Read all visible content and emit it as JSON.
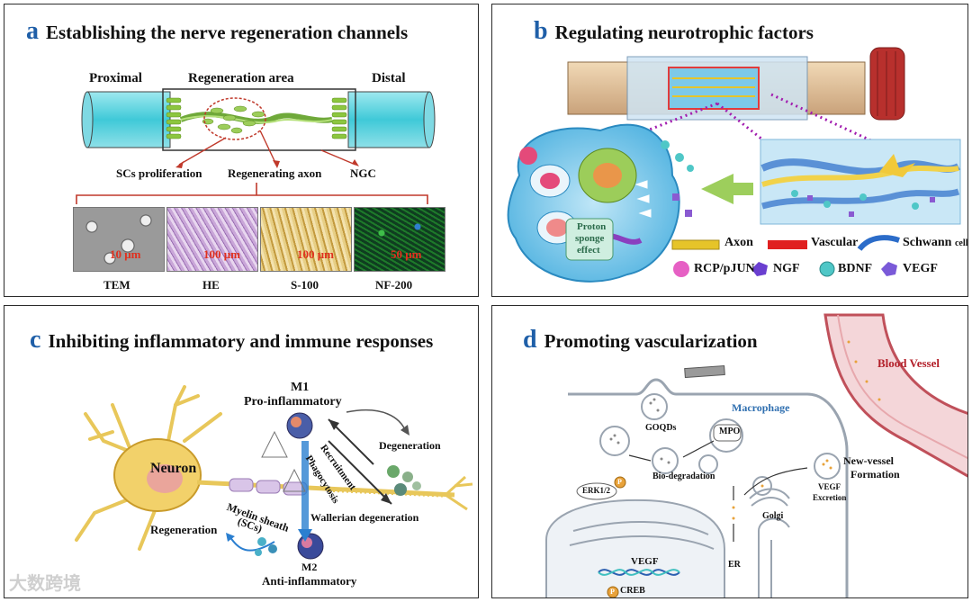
{
  "panels": {
    "a": {
      "letter": "a",
      "title": "Establishing the nerve regeneration channels",
      "proximal": "Proximal",
      "regeneration_area": "Regeneration area",
      "distal": "Distal",
      "scs_proliferation": "SCs proliferation",
      "regenerating_axon": "Regenerating axon",
      "ngc": "NGC",
      "images": [
        {
          "label": "TEM",
          "scale": "10 μm"
        },
        {
          "label": "HE",
          "scale": "100 μm"
        },
        {
          "label": "S-100",
          "scale": "100 μm"
        },
        {
          "label": "NF-200",
          "scale": "50 μm"
        }
      ]
    },
    "b": {
      "letter": "b",
      "title": "Regulating neurotrophic factors",
      "proton": "Proton",
      "sponge": "sponge",
      "effect": "effect",
      "legend": {
        "axon": "Axon",
        "vascular": "Vascular",
        "schwann": "Schwann",
        "schwann_cell": "cell",
        "rcp": "RCP/pJUN",
        "ngf": "NGF",
        "bdnf": "BDNF",
        "vegf": "VEGF"
      }
    },
    "c": {
      "letter": "c",
      "title": "Inhibiting inflammatory and immune responses",
      "m1": "M1",
      "pro_inflammatory": "Pro-inflammatory",
      "degeneration": "Degeneration",
      "recruitment": "Recruitment",
      "phagocytosis": "Phagocytosis",
      "neuron": "Neuron",
      "myelin_sheath": "Myelin sheath",
      "scs": "(SCs)",
      "wallerian": "Wallerian degeneration",
      "regeneration": "Regeneration",
      "m2": "M2",
      "anti_inflammatory": "Anti-inflammatory"
    },
    "d": {
      "letter": "d",
      "title": "Promoting vascularization",
      "blood_vessel": "Blood Vessel",
      "macrophage": "Macrophage",
      "goqds": "GOQDs",
      "mpo": "MPO",
      "erk": "ERK1/2",
      "p": "P",
      "bio_degradation": "Bio-degradation",
      "new_vessel": "New-vessel",
      "formation": "Formation",
      "vegf_excretion_1": "VEGF",
      "vegf_excretion_2": "Excretion",
      "vegf": "VEGF",
      "creb": "CREB",
      "golgi": "Golgi",
      "er": "ER"
    }
  },
  "watermark": "大数跨境",
  "colors": {
    "letter": "#1f5fa8",
    "blood_vessel_label": "#b3202a",
    "macrophage_label": "#2f6fb0",
    "scale_bar": "#e0301e"
  }
}
